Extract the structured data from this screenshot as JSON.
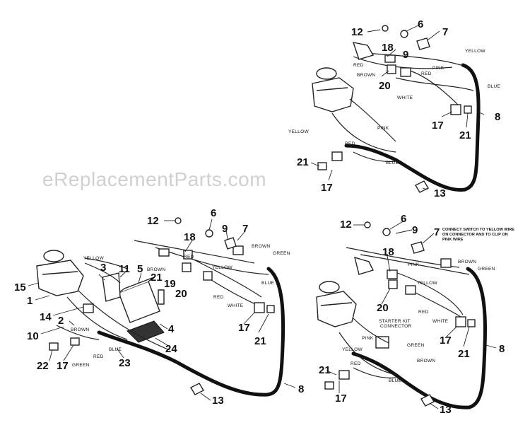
{
  "watermark": "eReplacementParts.com",
  "diagram_top": {
    "callouts": [
      "12",
      "6",
      "7",
      "18",
      "9",
      "20",
      "17",
      "21",
      "8",
      "21",
      "17",
      "13"
    ],
    "wire_labels": [
      "YELLOW",
      "PINK",
      "RED",
      "BROWN",
      "RED",
      "BLUE",
      "WHITE",
      "YELLOW",
      "PINK",
      "RED",
      "BLUE"
    ]
  },
  "diagram_left": {
    "callouts": [
      "12",
      "6",
      "9",
      "7",
      "18",
      "3",
      "11",
      "5",
      "21",
      "19",
      "20",
      "15",
      "1",
      "14",
      "10",
      "2",
      "4",
      "24",
      "22",
      "17",
      "23",
      "17",
      "21",
      "8",
      "13"
    ],
    "wire_labels": [
      "YELLOW",
      "BROWN",
      "RED",
      "BROWN",
      "GREEN",
      "YELLOW",
      "BLUE",
      "RED",
      "WHITE",
      "BROWN",
      "GREEN",
      "RED",
      "BLUE"
    ]
  },
  "diagram_right": {
    "note_lines": [
      "CONNECT SWITCH TO YELLOW WIRE",
      "ON CONNECTOR AND TO CLIP ON",
      "PINK WIRE"
    ],
    "kit_lines": [
      "STARTER KIT",
      "CONNECTOR"
    ],
    "callouts": [
      "12",
      "6",
      "9",
      "7",
      "18",
      "20",
      "17",
      "21",
      "8",
      "21",
      "17",
      "13"
    ],
    "wire_labels": [
      "PINK",
      "BROWN",
      "GREEN",
      "YELLOW",
      "RED",
      "WHITE",
      "PINK",
      "GREEN",
      "YELLOW",
      "BROWN",
      "RED",
      "BLUE"
    ]
  }
}
